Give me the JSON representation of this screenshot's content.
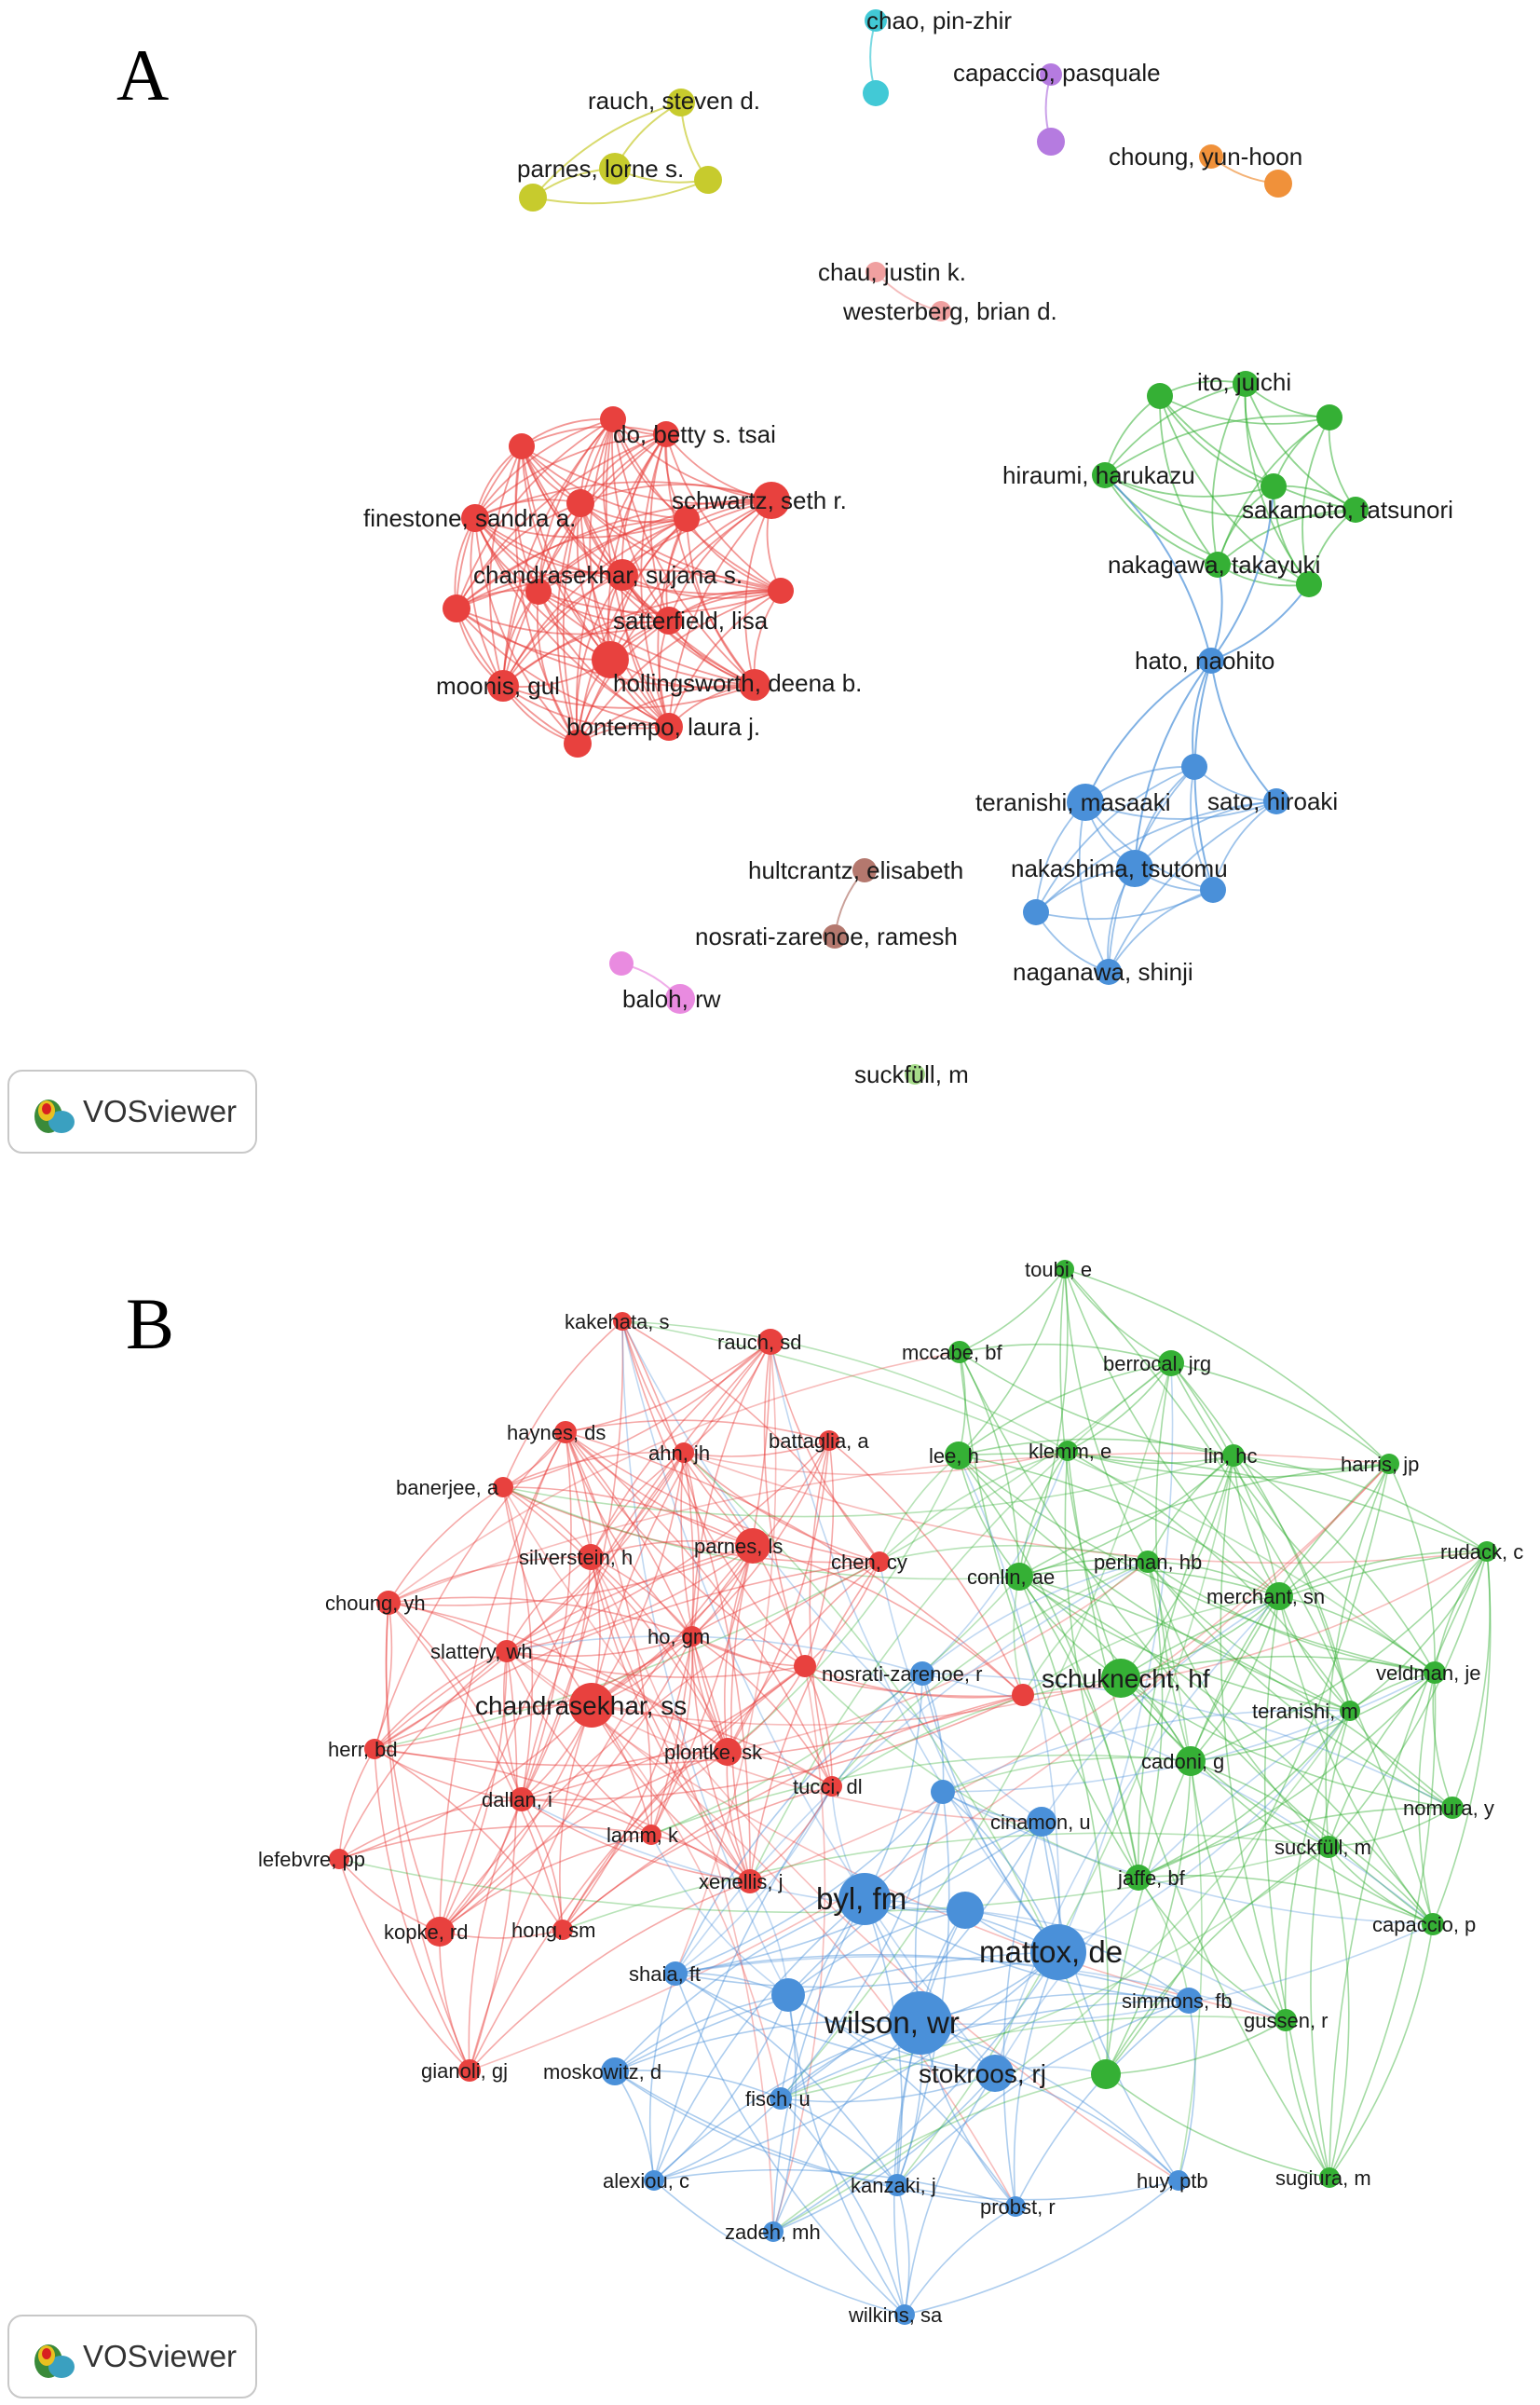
{
  "panels": [
    {
      "letter": "A",
      "badge": "VOSviewer",
      "colors": {
        "red": "#e8413e",
        "green": "#35b035",
        "blue": "#4a90d9",
        "yellow": "#c7cb2d",
        "cyan": "#42c9d6",
        "purple": "#b57be0",
        "orange": "#f0913a",
        "pink": "#f0a0a0",
        "brown": "#b4786e",
        "magenta": "#e98be0",
        "lime": "#a6dc8a"
      },
      "nodes": [
        {
          "id": "chao",
          "label": "chao, pin-zhir",
          "c": "cyan",
          "r": 12
        },
        {
          "id": "chao2",
          "label": "",
          "c": "cyan",
          "r": 14
        },
        {
          "id": "capaccio",
          "label": "capaccio, pasquale",
          "c": "purple",
          "r": 12
        },
        {
          "id": "capaccio2",
          "label": "",
          "c": "purple",
          "r": 15
        },
        {
          "id": "choung",
          "label": "choung, yun-hoon",
          "c": "orange",
          "r": 13
        },
        {
          "id": "choung2",
          "label": "",
          "c": "orange",
          "r": 15
        },
        {
          "id": "rauch",
          "label": "rauch, steven d.",
          "c": "yellow",
          "r": 15
        },
        {
          "id": "parnes",
          "label": "parnes, lorne s.",
          "c": "yellow",
          "r": 17
        },
        {
          "id": "y3",
          "label": "",
          "c": "yellow",
          "r": 15
        },
        {
          "id": "y4",
          "label": "",
          "c": "yellow",
          "r": 15
        },
        {
          "id": "chau",
          "label": "chau, justin k.",
          "c": "pink",
          "r": 11
        },
        {
          "id": "westerberg",
          "label": "westerberg, brian d.",
          "c": "pink",
          "r": 11
        },
        {
          "id": "r_top",
          "label": "",
          "c": "red",
          "r": 14
        },
        {
          "id": "do",
          "label": "do, betty s. tsai",
          "c": "red",
          "r": 14
        },
        {
          "id": "r_left1",
          "label": "",
          "c": "red",
          "r": 14
        },
        {
          "id": "schwartz",
          "label": "schwartz, seth r.",
          "c": "red",
          "r": 20
        },
        {
          "id": "r_mid1",
          "label": "",
          "c": "red",
          "r": 15
        },
        {
          "id": "finestone",
          "label": "finestone, sandra a.",
          "c": "red",
          "r": 15
        },
        {
          "id": "r_mid2",
          "label": "",
          "c": "red",
          "r": 14
        },
        {
          "id": "chandrasekhar",
          "label": "chandrasekhar, sujana s.",
          "c": "red",
          "r": 17
        },
        {
          "id": "r_mid3",
          "label": "",
          "c": "red",
          "r": 14
        },
        {
          "id": "r_right1",
          "label": "",
          "c": "red",
          "r": 14
        },
        {
          "id": "r_left2",
          "label": "",
          "c": "red",
          "r": 15
        },
        {
          "id": "satterfield",
          "label": "satterfield, lisa",
          "c": "red",
          "r": 15
        },
        {
          "id": "moonis",
          "label": "moonis, gul",
          "c": "red",
          "r": 17
        },
        {
          "id": "hollingsworth",
          "label": "hollingsworth, deena b.",
          "c": "red",
          "r": 20
        },
        {
          "id": "r_right2",
          "label": "",
          "c": "red",
          "r": 17
        },
        {
          "id": "bontempo",
          "label": "bontempo, laura j.",
          "c": "red",
          "r": 15
        },
        {
          "id": "r_bottom",
          "label": "",
          "c": "red",
          "r": 15
        },
        {
          "id": "ito",
          "label": "ito, juichi",
          "c": "green",
          "r": 14
        },
        {
          "id": "g_left",
          "label": "",
          "c": "green",
          "r": 14
        },
        {
          "id": "g_right",
          "label": "",
          "c": "green",
          "r": 14
        },
        {
          "id": "hiraumi",
          "label": "hiraumi, harukazu",
          "c": "green",
          "r": 14
        },
        {
          "id": "sakamoto",
          "label": "sakamoto, tatsunori",
          "c": "green",
          "r": 14
        },
        {
          "id": "g_mid",
          "label": "",
          "c": "green",
          "r": 14
        },
        {
          "id": "nakagawa",
          "label": "nakagawa, takayuki",
          "c": "green",
          "r": 14
        },
        {
          "id": "g_low",
          "label": "",
          "c": "green",
          "r": 14
        },
        {
          "id": "hato",
          "label": "hato, naohito",
          "c": "blue",
          "r": 14
        },
        {
          "id": "b_top",
          "label": "",
          "c": "blue",
          "r": 14
        },
        {
          "id": "teranishi",
          "label": "teranishi, masaaki",
          "c": "blue",
          "r": 20
        },
        {
          "id": "sato",
          "label": "sato, hiroaki",
          "c": "blue",
          "r": 14
        },
        {
          "id": "nakashima",
          "label": "nakashima, tsutomu",
          "c": "blue",
          "r": 20
        },
        {
          "id": "b_left",
          "label": "",
          "c": "blue",
          "r": 14
        },
        {
          "id": "b_right",
          "label": "",
          "c": "blue",
          "r": 14
        },
        {
          "id": "naganawa",
          "label": "naganawa, shinji",
          "c": "blue",
          "r": 14
        },
        {
          "id": "hultcrantz",
          "label": "hultcrantz, elisabeth",
          "c": "brown",
          "r": 13
        },
        {
          "id": "nosrati",
          "label": "nosrati-zarenoe, ramesh",
          "c": "brown",
          "r": 13
        },
        {
          "id": "baloh",
          "label": "baloh, rw",
          "c": "magenta",
          "r": 16
        },
        {
          "id": "baloh2",
          "label": "",
          "c": "magenta",
          "r": 13
        },
        {
          "id": "suckfull",
          "label": "suckfüll, m",
          "c": "lime",
          "r": 11
        }
      ]
    },
    {
      "letter": "B",
      "badge": "VOSviewer",
      "colors": {
        "red": "#e8413e",
        "green": "#35b035",
        "blue": "#4a90d9"
      },
      "nodes": [
        {
          "id": "toubi",
          "label": "toubi, e",
          "c": "green",
          "r": 10
        },
        {
          "id": "kakehata",
          "label": "kakehata, s",
          "c": "red",
          "r": 10
        },
        {
          "id": "rauch",
          "label": "rauch, sd",
          "c": "red",
          "r": 14
        },
        {
          "id": "mccabe",
          "label": "mccabe, bf",
          "c": "green",
          "r": 12
        },
        {
          "id": "berrocal",
          "label": "berrocal, jrg",
          "c": "green",
          "r": 14
        },
        {
          "id": "haynes",
          "label": "haynes, ds",
          "c": "red",
          "r": 12
        },
        {
          "id": "ahn",
          "label": "ahn, jh",
          "c": "red",
          "r": 11
        },
        {
          "id": "battaglia",
          "label": "battaglia, a",
          "c": "red",
          "r": 11
        },
        {
          "id": "lee",
          "label": "lee, h",
          "c": "green",
          "r": 15
        },
        {
          "id": "klemm",
          "label": "klemm, e",
          "c": "green",
          "r": 11
        },
        {
          "id": "lin",
          "label": "lin, hc",
          "c": "green",
          "r": 12
        },
        {
          "id": "harris",
          "label": "harris, jp",
          "c": "green",
          "r": 11
        },
        {
          "id": "banerjee",
          "label": "banerjee, a",
          "c": "red",
          "r": 11
        },
        {
          "id": "silverstein",
          "label": "silverstein, h",
          "c": "red",
          "r": 14
        },
        {
          "id": "parnes",
          "label": "parnes, ls",
          "c": "red",
          "r": 19
        },
        {
          "id": "chen",
          "label": "chen, cy",
          "c": "red",
          "r": 11
        },
        {
          "id": "conlin",
          "label": "conlin, ae",
          "c": "green",
          "r": 15
        },
        {
          "id": "perlman",
          "label": "perlman, hb",
          "c": "green",
          "r": 12
        },
        {
          "id": "rudack",
          "label": "rudack, c",
          "c": "green",
          "r": 11
        },
        {
          "id": "choung",
          "label": "choung, yh",
          "c": "red",
          "r": 13
        },
        {
          "id": "merchant",
          "label": "merchant, sn",
          "c": "green",
          "r": 15
        },
        {
          "id": "ho",
          "label": "ho, gm",
          "c": "red",
          "r": 11
        },
        {
          "id": "slattery",
          "label": "slattery, wh",
          "c": "red",
          "r": 12
        },
        {
          "id": "nosrati",
          "label": "nosrati-zarenoe, r",
          "c": "blue",
          "r": 13
        },
        {
          "id": "red_mid",
          "label": "",
          "c": "red",
          "r": 12
        },
        {
          "id": "red_mid2",
          "label": "",
          "c": "red",
          "r": 12
        },
        {
          "id": "schuknecht",
          "label": "schuknecht, hf",
          "c": "green",
          "r": 21
        },
        {
          "id": "veldman",
          "label": "veldman, je",
          "c": "green",
          "r": 12
        },
        {
          "id": "chandrasekhar",
          "label": "chandrasekhar, ss",
          "c": "red",
          "r": 24
        },
        {
          "id": "teranishi",
          "label": "teranishi, m",
          "c": "green",
          "r": 11
        },
        {
          "id": "herr",
          "label": "herr, bd",
          "c": "red",
          "r": 11
        },
        {
          "id": "plontke",
          "label": "plontke, sk",
          "c": "red",
          "r": 15
        },
        {
          "id": "cadoni",
          "label": "cadoni, g",
          "c": "green",
          "r": 16
        },
        {
          "id": "tucci",
          "label": "tucci, dl",
          "c": "red",
          "r": 11
        },
        {
          "id": "blue_mid",
          "label": "",
          "c": "blue",
          "r": 13
        },
        {
          "id": "dallan",
          "label": "dallan, i",
          "c": "red",
          "r": 13
        },
        {
          "id": "cinamon",
          "label": "cinamon, u",
          "c": "blue",
          "r": 16
        },
        {
          "id": "nomura",
          "label": "nomura, y",
          "c": "green",
          "r": 12
        },
        {
          "id": "lamm",
          "label": "lamm, k",
          "c": "red",
          "r": 11
        },
        {
          "id": "suckfull",
          "label": "suckfüll, m",
          "c": "green",
          "r": 12
        },
        {
          "id": "lefebvre",
          "label": "lefebvre, pp",
          "c": "red",
          "r": 11
        },
        {
          "id": "xenellis",
          "label": "xenellis, j",
          "c": "red",
          "r": 13
        },
        {
          "id": "jaffe",
          "label": "jaffe, bf",
          "c": "green",
          "r": 14
        },
        {
          "id": "byl",
          "label": "byl, fm",
          "c": "blue",
          "r": 28
        },
        {
          "id": "blue_big",
          "label": "",
          "c": "blue",
          "r": 20
        },
        {
          "id": "kopke",
          "label": "kopke, rd",
          "c": "red",
          "r": 16
        },
        {
          "id": "hong",
          "label": "hong, sm",
          "c": "red",
          "r": 11
        },
        {
          "id": "mattox",
          "label": "mattox, de",
          "c": "blue",
          "r": 30
        },
        {
          "id": "capaccio",
          "label": "capaccio, p",
          "c": "green",
          "r": 12
        },
        {
          "id": "shaia",
          "label": "shaia, ft",
          "c": "blue",
          "r": 13
        },
        {
          "id": "blue_left",
          "label": "",
          "c": "blue",
          "r": 18
        },
        {
          "id": "simmons",
          "label": "simmons, fb",
          "c": "blue",
          "r": 14
        },
        {
          "id": "gussen",
          "label": "gussen, r",
          "c": "green",
          "r": 12
        },
        {
          "id": "wilson",
          "label": "wilson, wr",
          "c": "blue",
          "r": 34
        },
        {
          "id": "gianoli",
          "label": "gianoli, gj",
          "c": "red",
          "r": 12
        },
        {
          "id": "moskowitz",
          "label": "moskowitz, d",
          "c": "blue",
          "r": 15
        },
        {
          "id": "stokroos",
          "label": "stokroos, rj",
          "c": "blue",
          "r": 20
        },
        {
          "id": "green_low",
          "label": "",
          "c": "green",
          "r": 16
        },
        {
          "id": "fisch",
          "label": "fisch, u",
          "c": "blue",
          "r": 12
        },
        {
          "id": "alexiou",
          "label": "alexiou, c",
          "c": "blue",
          "r": 11
        },
        {
          "id": "kanzaki",
          "label": "kanzaki, j",
          "c": "blue",
          "r": 12
        },
        {
          "id": "huy",
          "label": "huy, ptb",
          "c": "blue",
          "r": 11
        },
        {
          "id": "sugiura",
          "label": "sugiura, m",
          "c": "green",
          "r": 11
        },
        {
          "id": "probst",
          "label": "probst, r",
          "c": "blue",
          "r": 11
        },
        {
          "id": "zadeh",
          "label": "zadeh, mh",
          "c": "blue",
          "r": 11
        },
        {
          "id": "wilkins",
          "label": "wilkins, sa",
          "c": "blue",
          "r": 11
        }
      ]
    }
  ]
}
